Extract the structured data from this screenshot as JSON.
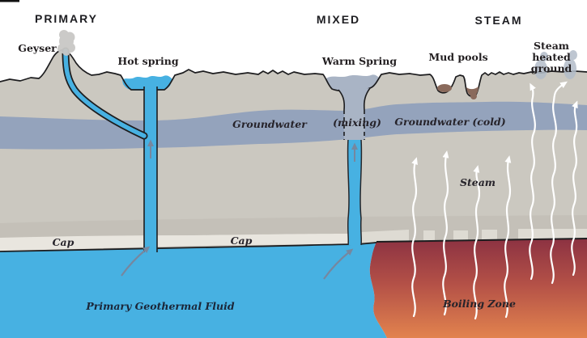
{
  "headers": {
    "primary": "PRIMARY",
    "mixed": "MIXED",
    "steam": "STEAM"
  },
  "labels": {
    "geyser": "Geyser",
    "hot_spring": "Hot spring",
    "warm_spring": "Warm Spring",
    "mud_pools": "Mud pools",
    "steam_heated_ground": "Steam heated ground",
    "groundwater": "Groundwater",
    "mixing": "(mixing)",
    "groundwater_cold": "Groundwater (cold)",
    "steam": "Steam",
    "cap_left": "Cap",
    "cap_mid": "Cap",
    "primary_fluid": "Primary Geothermal Fluid",
    "boiling_zone": "Boiling Zone"
  },
  "colors": {
    "ground": "#cbc8c0",
    "ground_dark_strip": "#c1beb5",
    "groundwater_band": "#94a3bc",
    "cap": "#e9e6df",
    "cap_fragment": "#dedbd3",
    "geothermal_fluid": "#47b1e2",
    "warm_mixed_water": "#a9b4c5",
    "boiling_top": "#8c3242",
    "boiling_bottom": "#e2834e",
    "mud": "#8a6a5c",
    "steam_arrow": "#ffffff",
    "flow_arrow": "#76879f",
    "outline": "#1d1d1f"
  }
}
